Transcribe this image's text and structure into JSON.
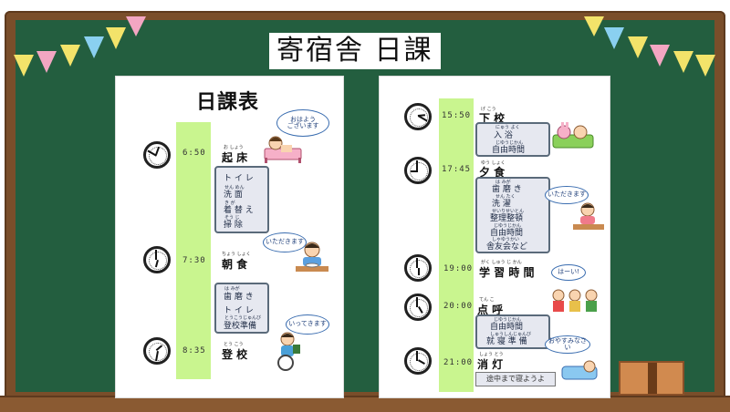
{
  "board": {
    "title": "寄宿舎 日課"
  },
  "left_sheet": {
    "heading": "日課表",
    "entries": [
      {
        "time": "6:50",
        "event": "起 床",
        "ruby": "お   しょう",
        "bubble": "おはよう\nございます"
      },
      {
        "time": "7:30",
        "event": "朝 食",
        "ruby": "ちょう  しょく",
        "bubble": "いただきます"
      },
      {
        "time": "8:35",
        "event": "登 校",
        "ruby": "とう   こう",
        "bubble": "いってきます"
      }
    ],
    "box1": {
      "lines": [
        "ト イ レ",
        "洗   面",
        "着 替 え",
        "掃   除"
      ],
      "rubies": [
        "",
        "せん    めん",
        "き  が",
        "そう   じ"
      ]
    },
    "box2": {
      "lines": [
        "歯 磨 き",
        "ト イ レ",
        "登校準備"
      ],
      "rubies": [
        "は  みが",
        "",
        "とうこうじゅんび"
      ]
    }
  },
  "right_sheet": {
    "entries": [
      {
        "time": "15:50",
        "event": "下 校",
        "ruby": "げ   こう"
      },
      {
        "time": "17:45",
        "event": "夕 食",
        "ruby": "ゆう  しょく",
        "bubble": "いただきます"
      },
      {
        "time": "19:00",
        "event": "学 習 時 間",
        "ruby": "がく しゅう じ  かん"
      },
      {
        "time": "20:00",
        "event": "点 呼",
        "ruby": "てん  こ",
        "bubble": "はーい!"
      },
      {
        "time": "21:00",
        "event": "消 灯",
        "ruby": "しょう とう",
        "bubble": "おやすみなさい"
      }
    ],
    "box_after_school": {
      "lines": [
        "入   浴",
        "自由時間"
      ],
      "rubies": [
        "にゅう  よく",
        "じゆうじかん"
      ]
    },
    "box_dinner": {
      "lines": [
        "歯 磨 き",
        "洗   濯",
        "整理整頓",
        "自由時間",
        "舎友会など"
      ],
      "rubies": [
        "は  みが",
        "せん  たく",
        "せいりせいとん",
        "じゆうじかん",
        "しゃゆうかい"
      ]
    },
    "box_rollcall": {
      "lines": [
        "自由時間",
        "就 寝 準 備"
      ],
      "rubies": [
        "じゆうじかん",
        "しゅうしんじゅんび"
      ]
    },
    "banner": "途中まで寝ようよ"
  },
  "colors": {
    "board": "#235e3f",
    "frame": "#7a4e2a",
    "timebar": "#c9f58f",
    "accent_blue": "#3a6db0"
  }
}
